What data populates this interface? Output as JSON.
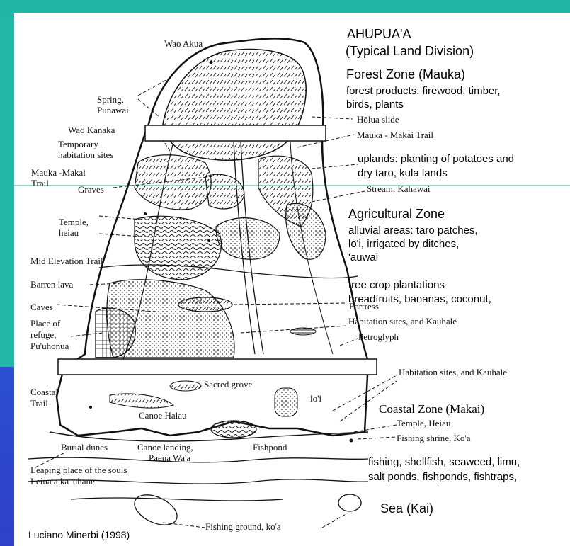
{
  "frame": {
    "accent_top": "#1fb7a3",
    "accent_left_top": "#21b6a6",
    "accent_left_bottom": "#2f3fc9"
  },
  "heading": {
    "title_line1": "AHUPUA'A",
    "title_line2": "(Typical Land Division)"
  },
  "zones": {
    "forest_title": "Forest Zone (Mauka)",
    "forest_desc1": "forest products: firewood, timber,",
    "forest_desc2": "birds, plants",
    "uplands1": "uplands: planting of potatoes and",
    "uplands2": "dry taro,  kula lands",
    "agri_title": "Agricultural Zone",
    "agri_desc1": "alluvial areas: taro patches,",
    "agri_desc2": "lo'i, irrigated by ditches,",
    "agri_desc3": "'auwai",
    "tree1": "tree crop plantations",
    "tree2": "breadfruits, bananas, coconut,",
    "coastal_title": "Coastal Zone (Makai)",
    "coast_desc1": "fishing, shellfish, seaweed, limu,",
    "coast_desc2": "salt ponds, fishponds, fishtraps,",
    "sea_title": "Sea (Kai)"
  },
  "labels": {
    "wao_akua": "Wao Akua",
    "spring1": "Spring,",
    "spring2": "Punawai",
    "holua": "Hōlua slide",
    "wao_kanaka": "Wao Kanaka",
    "mauka_makai_trail_right": "Mauka  - Makai Trail",
    "temp_hab1": "Temporary",
    "temp_hab2": "habitation sites",
    "mm_trail_left1": "Mauka -Makai",
    "mm_trail_left2": "Trail",
    "graves": "Graves",
    "stream": "Stream, Kahawai",
    "temple1": "Temple,",
    "temple2": "heiau",
    "mid_trail": "Mid Elevation Trail",
    "barren_lava": "Barren lava",
    "caves": "Caves",
    "fortress": "Fortress",
    "refuge1": "Place of",
    "refuge2": "refuge,",
    "refuge3": "Pu'uhonua",
    "habitation_mid": "Habitation sites, and Kauhale",
    "petroglyph": "Petroglyph",
    "habitation_low": "Habitation sites, and Kauhale",
    "coastal_trail1": "Coastal",
    "coastal_trail2": "Trail",
    "sacred_grove": "Sacred grove",
    "loi": "lo'i",
    "canoe_halau": "Canoe Halau",
    "temple_heiau": "Temple, Heiau",
    "fishing_shrine": "Fishing shrine, Ko'a",
    "burial_dunes": "Burial dunes",
    "canoe_landing1": "Canoe landing,",
    "canoe_landing2": "Paena Wa'a",
    "fishpond": "Fishpond",
    "leaping1": "Leaping place of the souls",
    "leaping2": "Leina a  ka  'uhane",
    "fishing_ground": "Fishing ground, ko'a"
  },
  "credit": "Luciano Minerbi (1998)"
}
